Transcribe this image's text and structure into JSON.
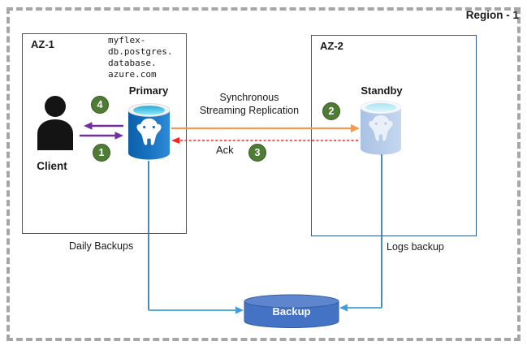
{
  "region": {
    "label": "Region - 1"
  },
  "availability_zones": [
    {
      "label": "AZ-1"
    },
    {
      "label": "AZ-2"
    }
  ],
  "nodes": {
    "client": {
      "label": "Client"
    },
    "primary": {
      "label": "Primary",
      "hostname_lines": [
        "myflex-",
        "db.postgres.",
        "database.",
        "azure.com"
      ]
    },
    "standby": {
      "label": "Standby"
    },
    "backup": {
      "label": "Backup"
    }
  },
  "flows": {
    "replication": {
      "line1": "Synchronous",
      "line2": "Streaming Replication"
    },
    "ack": {
      "label": "Ack"
    },
    "daily_backups": {
      "label": "Daily Backups"
    },
    "logs_backup": {
      "label": "Logs backup"
    }
  },
  "step_badges": [
    "1",
    "2",
    "3",
    "4"
  ],
  "colors": {
    "region_border_gray": "#a6a6a6",
    "az_border_blue": "#2f5b94",
    "badge_green": "#4e7c35",
    "client_arrow_purple": "#7030a0",
    "replication_orange": "#ef9b57",
    "ack_red": "#ff2020",
    "primary_db_blue": "#1773c2",
    "standby_db_blue": "#b7cce9",
    "db_top_cyan": "#4cc9e8",
    "backup_cylinder_blue": "#4472c4",
    "connector_blue": "#2e75b6",
    "connector_light_blue": "#41a0dc"
  }
}
